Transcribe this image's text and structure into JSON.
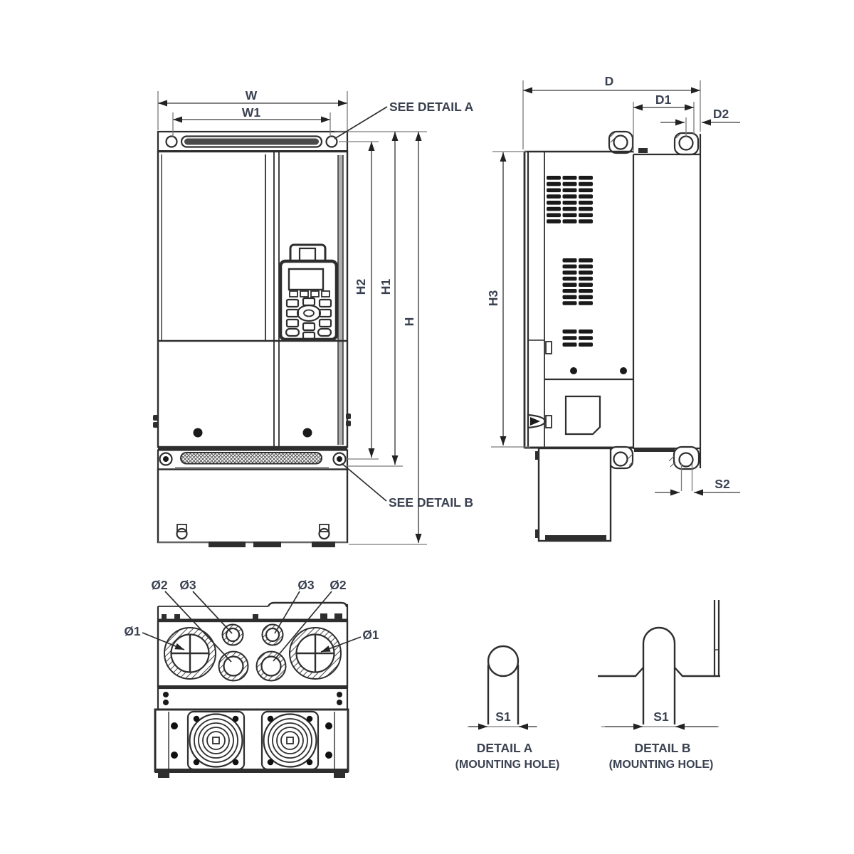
{
  "drawing": {
    "front_view": {
      "width_label": "W",
      "width1_label": "W1",
      "height_label": "H",
      "height1_label": "H1",
      "height2_label": "H2",
      "detail_a_callout": "SEE DETAIL A",
      "detail_b_callout": "SEE DETAIL B"
    },
    "side_view": {
      "depth_label": "D",
      "depth1_label": "D1",
      "depth2_label": "D2",
      "height3_label": "H3",
      "slot2_label": "S2"
    },
    "bottom_view": {
      "hole1_label": "Ø1",
      "hole2_label": "Ø2",
      "hole3_label": "Ø3"
    },
    "detail_a": {
      "slot_label": "S1",
      "title": "DETAIL A",
      "subtitle": "(MOUNTING HOLE)"
    },
    "detail_b": {
      "slot_label": "S1",
      "title": "DETAIL B",
      "subtitle": "(MOUNTING HOLE)"
    },
    "colors": {
      "line": "#2e2e2e",
      "dim_line": "#5a5a5a",
      "text": "#3a4150",
      "background": "#ffffff"
    }
  }
}
